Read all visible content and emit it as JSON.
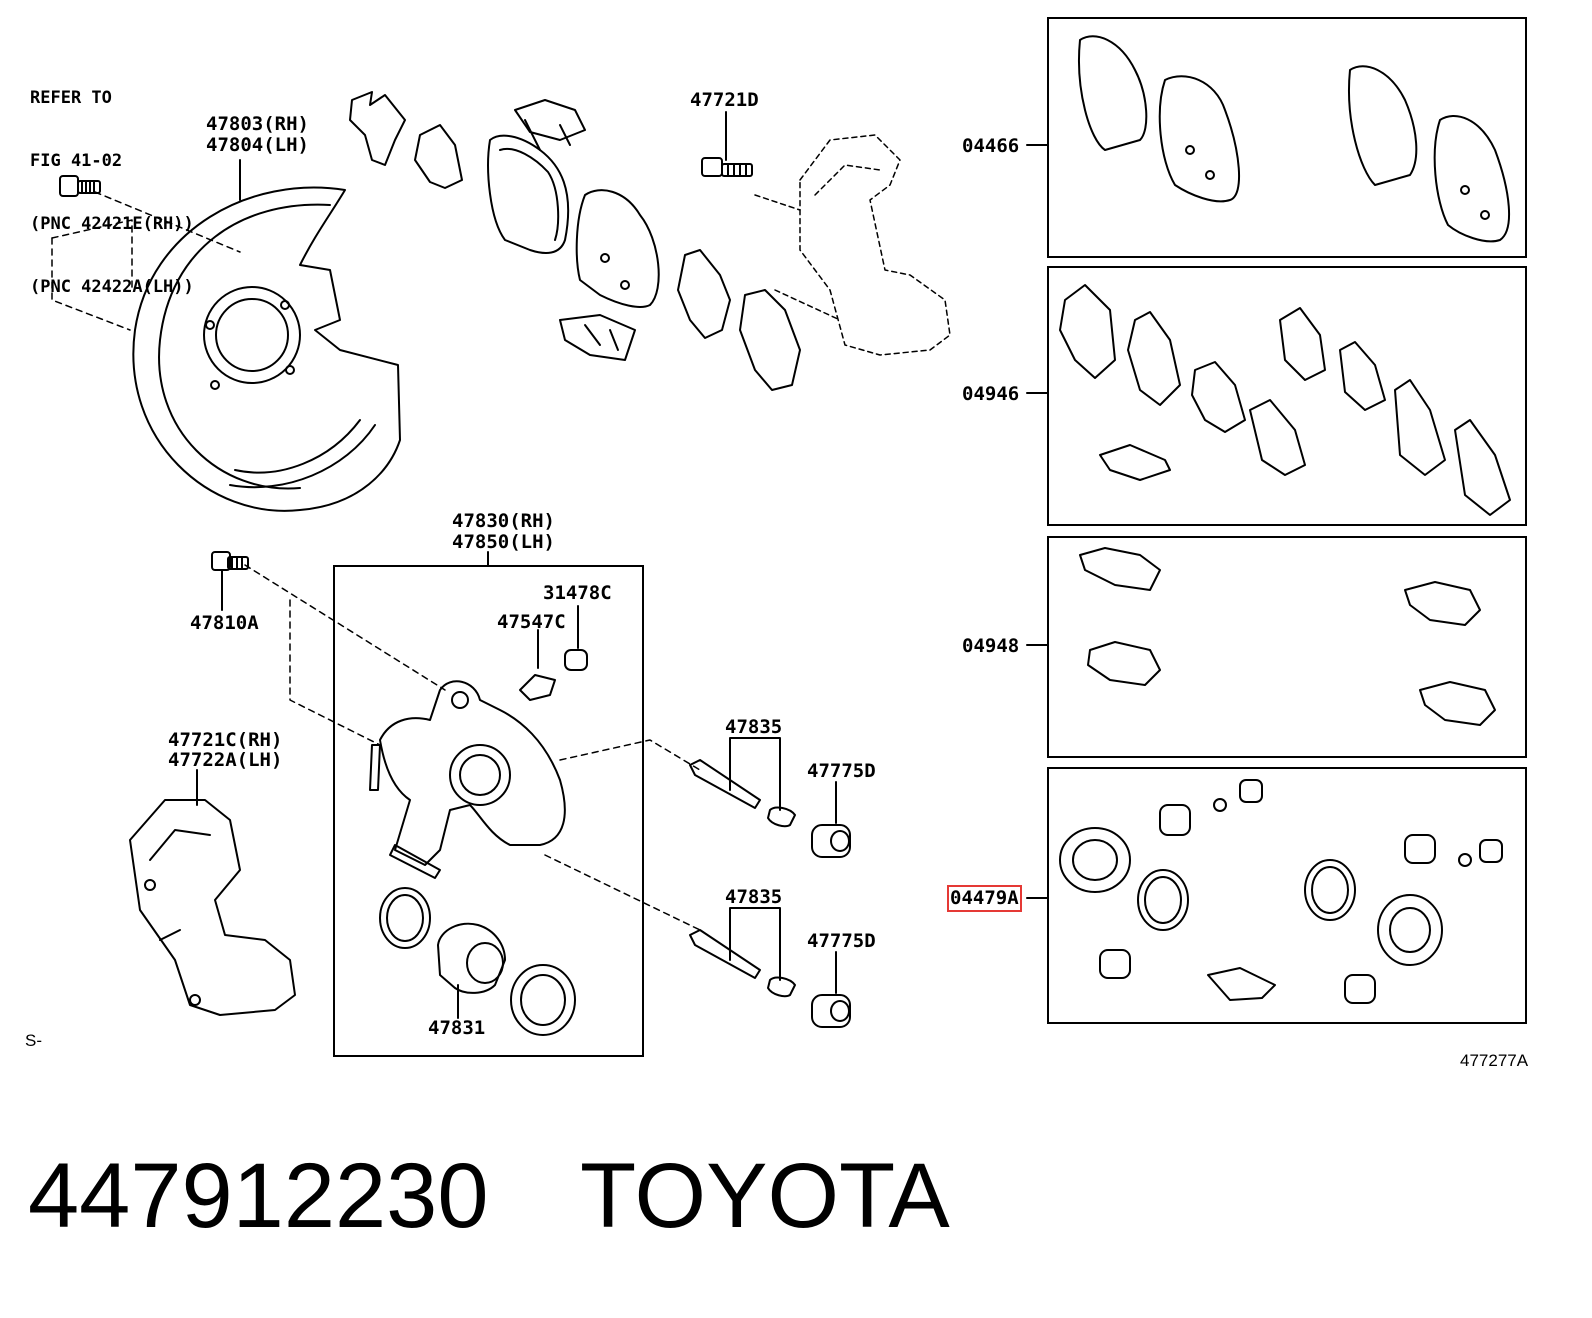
{
  "refer": {
    "line1": "REFER TO",
    "line2": "FIG 41-02",
    "line3": "(PNC 42421E(RH))",
    "line4": "(PNC 42422A(LH))"
  },
  "labels": {
    "p47803": "47803(RH)",
    "p47804": "47804(LH)",
    "p47721D": "47721D",
    "p04466": "04466",
    "p04946": "04946",
    "p04948": "04948",
    "p04479": "04479A",
    "p47830": "47830(RH)",
    "p47850": "47850(LH)",
    "p31478C": "31478C",
    "p47547C": "47547C",
    "p47810A": "47810A",
    "p47835a": "47835",
    "p47775Da": "47775D",
    "p47835b": "47835",
    "p47775Db": "47775D",
    "p47721C": "47721C(RH)",
    "p47722A": "47722A(LH)",
    "p47831": "47831",
    "s_mark": "S-",
    "fig_code": "477277A"
  },
  "caption": {
    "part_number": "447912230",
    "brand": "TOYOTA"
  },
  "colors": {
    "highlight": "#e53935",
    "ink": "#000000"
  }
}
